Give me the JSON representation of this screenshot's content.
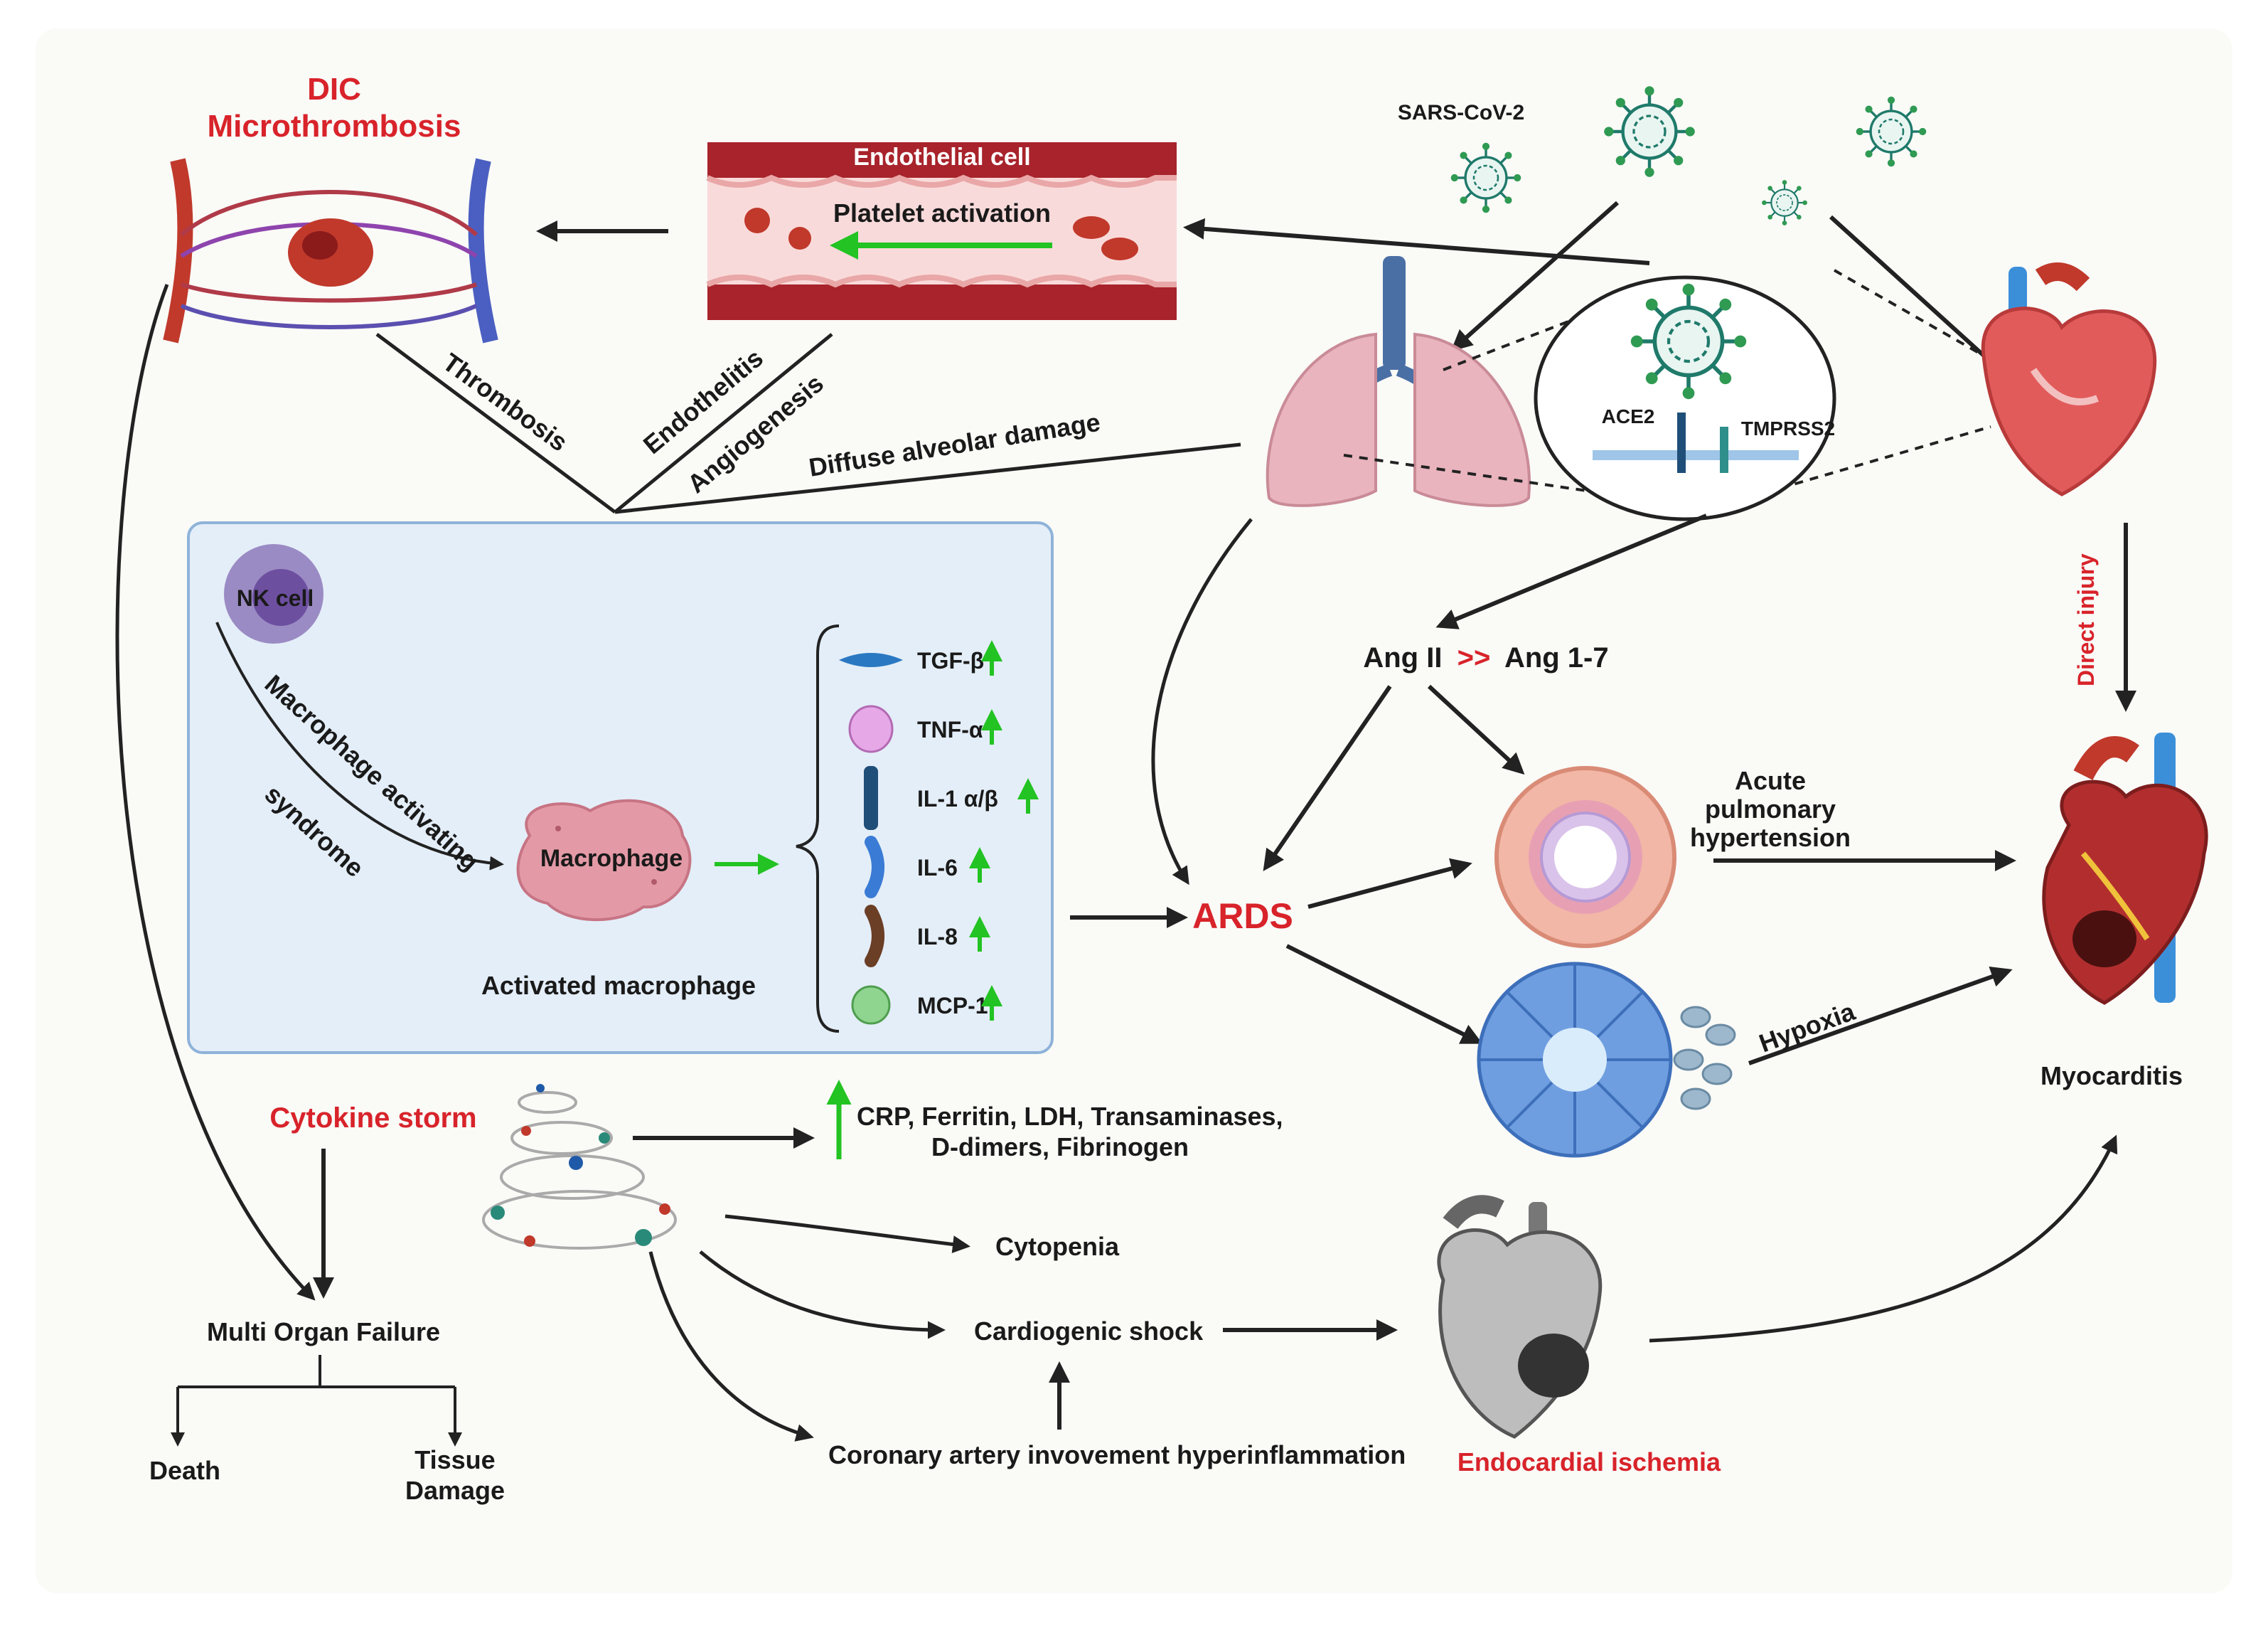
{
  "labels": {
    "dic_line1": "DIC",
    "dic_line2": "Microthrombosis",
    "endothelial_cell": "Endothelial cell",
    "platelet_activation": "Platelet activation",
    "sars_cov2": "SARS-CoV-2",
    "ace2": "ACE2",
    "tmprss2": "TMPRSS2",
    "thrombosis": "Thrombosis",
    "endothelitis": "Endothelitis",
    "angiogenesis": "Angiogenesis",
    "diffuse_alveolar_damage": "Diffuse alveolar damage",
    "nk_cell": "NK cell",
    "mas_line1": "Macrophage activating",
    "mas_line2": "syndrome",
    "macrophage": "Macrophage",
    "activated_macrophage": "Activated macrophage",
    "ang_left": "Ang II",
    "ang_sep": ">>",
    "ang_right": "Ang 1-7",
    "direct_injury": "Direct injury",
    "ards": "ARDS",
    "aph_line1": "Acute",
    "aph_line2": "pulmonary",
    "aph_line3": "hypertension",
    "hypoxia": "Hypoxia",
    "myocarditis": "Myocarditis",
    "cytokine_storm": "Cytokine storm",
    "markers_line1": "CRP, Ferritin, LDH, Transaminases,",
    "markers_line2": "D-dimers, Fibrinogen",
    "cytopenia": "Cytopenia",
    "cardiogenic_shock": "Cardiogenic shock",
    "coronary": "Coronary artery invovement hyperinflammation",
    "endocardial_ischemia": "Endocardial ischemia",
    "multi_organ_failure": "Multi Organ Failure",
    "death": "Death",
    "tissue_line1": "Tissue",
    "tissue_line2": "Damage"
  },
  "cytokines": [
    {
      "name": "TGF-β",
      "trend": "up",
      "icon": "tgf-beta-icon"
    },
    {
      "name": "TNF-α",
      "trend": "up",
      "icon": "tnf-alpha-icon"
    },
    {
      "name": "IL-1 α/β",
      "trend": "up",
      "icon": "il1-icon"
    },
    {
      "name": "IL-6",
      "trend": "up",
      "icon": "il6-icon"
    },
    {
      "name": "IL-8",
      "trend": "up",
      "icon": "il8-icon"
    },
    {
      "name": "MCP-1",
      "trend": "up",
      "icon": "mcp1-icon"
    }
  ],
  "colors": {
    "accent_red": "#d8232a",
    "up_arrow_green": "#22c322",
    "panel_fill": "#e4eef8",
    "panel_stroke": "#8fb3d9",
    "virus": "#1f7a6a"
  }
}
